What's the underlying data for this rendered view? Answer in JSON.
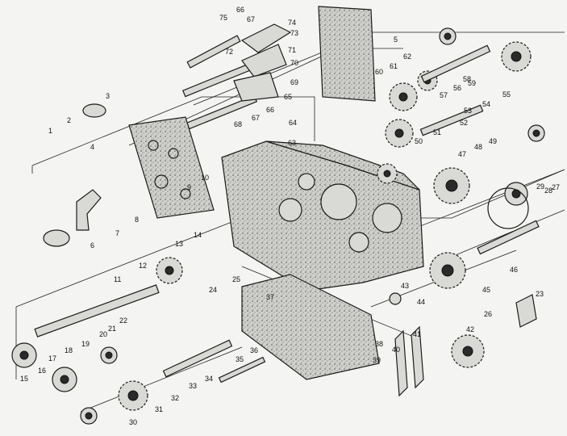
{
  "part_labels": [
    "75",
    "66",
    "67",
    "74",
    "73",
    "72",
    "71",
    "70",
    "69",
    "65",
    "68",
    "67",
    "66",
    "64",
    "63",
    "62",
    "61",
    "60",
    "57",
    "58",
    "59",
    "56",
    "55",
    "54",
    "53",
    "52",
    "51",
    "50",
    "49",
    "48",
    "47",
    "46",
    "45",
    "44",
    "43",
    "42",
    "41",
    "40",
    "39",
    "38",
    "37",
    "36",
    "35",
    "34",
    "33",
    "32",
    "31",
    "30",
    "29",
    "28",
    "27",
    "26",
    "25",
    "24",
    "23",
    "22",
    "21",
    "20",
    "19",
    "18",
    "17",
    "16",
    "15",
    "14",
    "13",
    "12",
    "11",
    "10",
    "9",
    "8",
    "7",
    "6",
    "5",
    "4",
    "3",
    "2",
    "1"
  ],
  "colors": {
    "ink": "#1c1c1c",
    "paper": "#f4f4f2",
    "casing": "#d9d9d6"
  }
}
